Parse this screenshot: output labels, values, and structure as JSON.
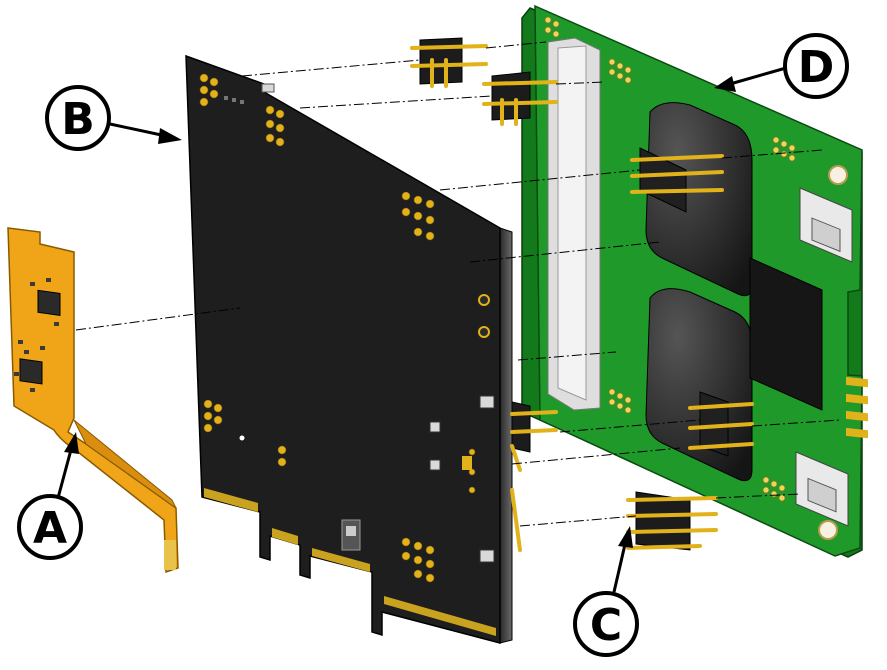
{
  "diagram": {
    "callouts": [
      {
        "id": "A",
        "label": "A"
      },
      {
        "id": "B",
        "label": "B"
      },
      {
        "id": "C",
        "label": "C"
      },
      {
        "id": "D",
        "label": "D"
      }
    ],
    "colors": {
      "flex_pcb": "#f0a418",
      "black_pcb": "#1e1e1e",
      "green_pcb": "#1f9a2a",
      "gold": "#e2b21a",
      "connector": "#dcdcdc",
      "callout_stroke": "#000000",
      "callout_fill": "#ffffff"
    }
  }
}
